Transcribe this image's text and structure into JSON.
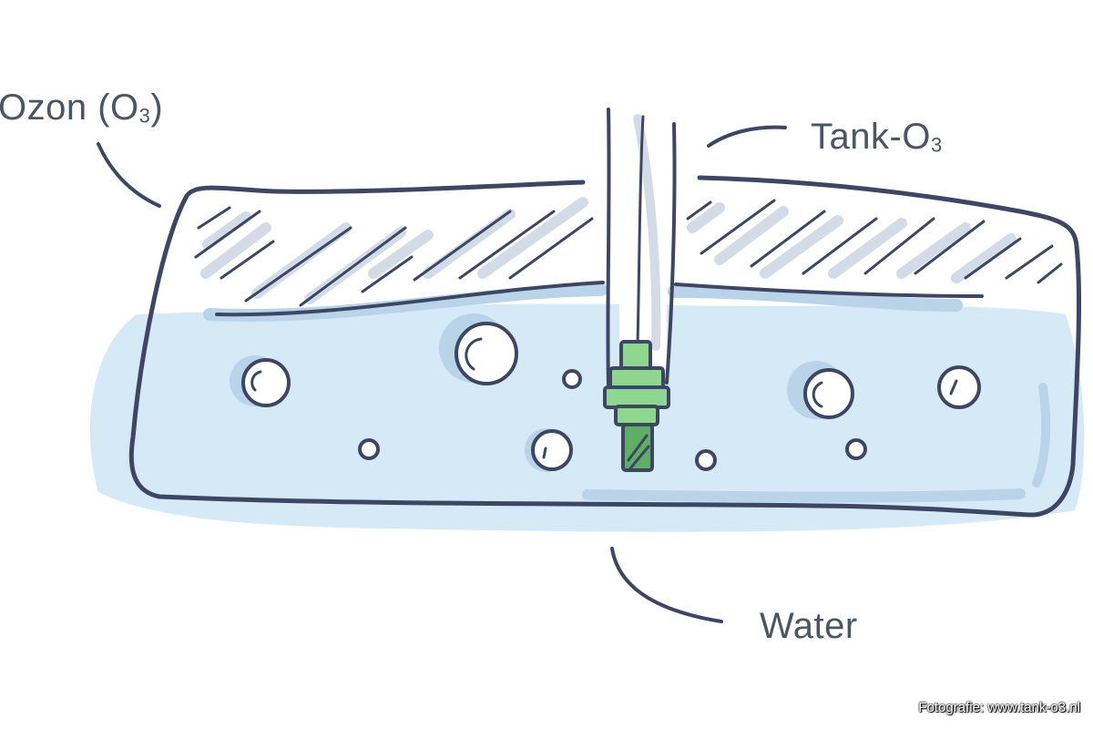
{
  "labels": {
    "ozone": {
      "text": "Ozon (O",
      "subscript": "3",
      "suffix": ")"
    },
    "tank": {
      "text": "Tank-O",
      "subscript": "3"
    },
    "water": {
      "text": "Water"
    }
  },
  "credit": "Fotografie: www.tank-o3.nl",
  "colors": {
    "outline": "#3d4663",
    "water_fill": "#d6e9f7",
    "water_shadow": "#b9d4e8",
    "hatch_shadow": "#d3dce6",
    "fitting_green": "#8fd68f",
    "fitting_green_dark": "#5fae66",
    "label_text": "#4b5563"
  },
  "icons": {
    "tube": "tube-icon",
    "diffuser": "ozone-diffuser-icon",
    "bubble": "bubble-icon"
  }
}
